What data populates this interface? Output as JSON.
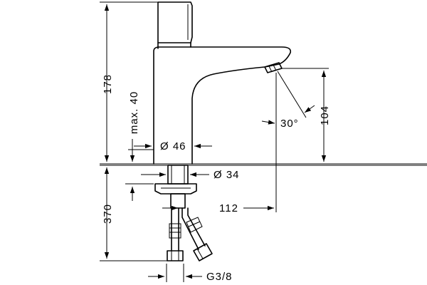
{
  "diagram": {
    "dimensions": {
      "overall_height": "178",
      "max_height": "max. 40",
      "base_diameter": "Ø 46",
      "shank_diameter": "Ø 34",
      "spout_height": "104",
      "spout_angle": "30°",
      "spout_reach": "112",
      "hose_length": "370",
      "connection_thread": "G3/8"
    }
  }
}
